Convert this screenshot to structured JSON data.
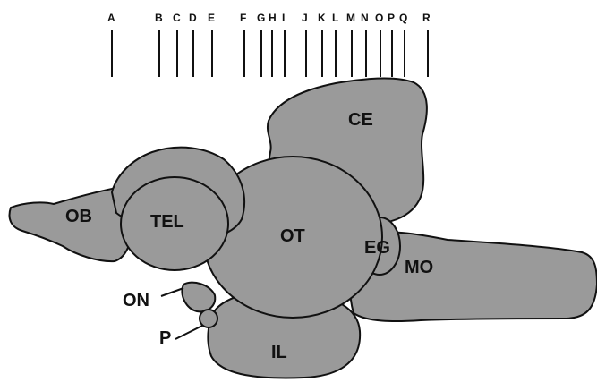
{
  "colors": {
    "tissue": "#9a9a9a",
    "tissue_dark": "#7d7d7d",
    "tissue_light": "#a8a8a8",
    "outline": "#111111",
    "background": "#ffffff"
  },
  "section_markers": [
    "A",
    "B",
    "C",
    "D",
    "E",
    "F",
    "G",
    "H",
    "I",
    "J",
    "K",
    "L",
    "M",
    "N",
    "O",
    "P",
    "Q",
    "R"
  ],
  "regions": {
    "ob": "OB",
    "tel": "TEL",
    "ot": "OT",
    "ce": "CE",
    "eg": "EG",
    "mo": "MO",
    "on": "ON",
    "p": "P",
    "il": "IL"
  }
}
